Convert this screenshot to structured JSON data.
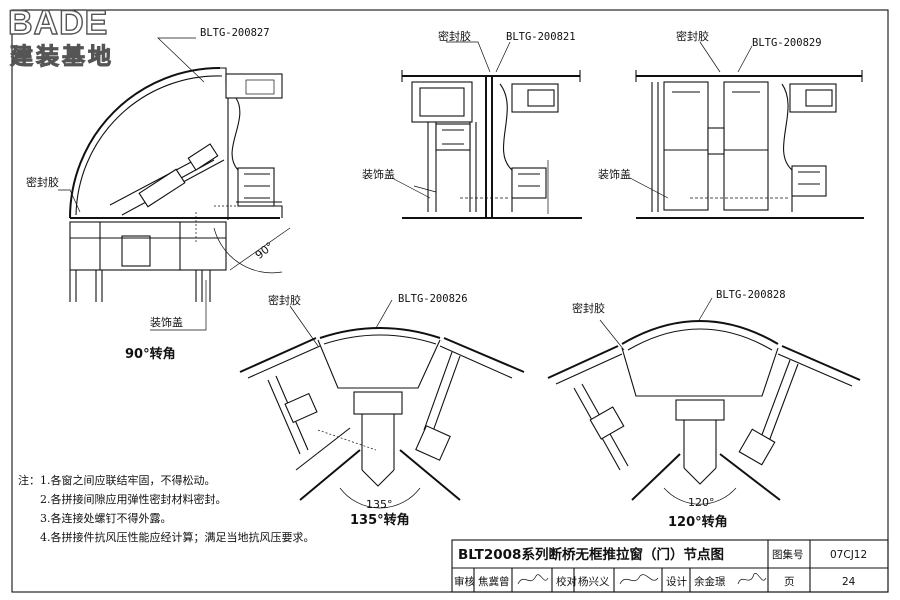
{
  "logo": {
    "brand": "BADE",
    "tagline": "建装基地"
  },
  "details": {
    "d90": {
      "profile_code": "BLTG-200827",
      "sealant_label": "密封胶",
      "cover_label": "装饰盖",
      "angle": "90°",
      "caption": "90°转角"
    },
    "d180a": {
      "sealant_label": "密封胶",
      "profile_code": "BLTG-200821",
      "cover_label": "装饰盖"
    },
    "d180b": {
      "sealant_label": "密封胶",
      "profile_code": "BLTG-200829",
      "cover_label": "装饰盖"
    },
    "d135": {
      "sealant_label": "密封胶",
      "profile_code": "BLTG-200826",
      "angle": "135°",
      "caption": "135°转角"
    },
    "d120": {
      "sealant_label": "密封胶",
      "profile_code": "BLTG-200828",
      "angle": "120°",
      "caption": "120°转角"
    }
  },
  "notes": [
    "注：1.各窗之间应联结牢固，不得松动。",
    "2.各拼接间隙应用弹性密封材料密封。",
    "3.各连接处螺钉不得外露。",
    "4.各拼接件抗风压性能应经计算；满足当地抗风压要求。"
  ],
  "title_block": {
    "title": "BLT2008系列断桥无框推拉窗（门）节点图",
    "atlas_label": "图集号",
    "atlas_no": "07CJ12",
    "review_label": "审核",
    "reviewer": "焦冀曾",
    "check_label": "校对",
    "checker": "杨兴义",
    "design_label": "设计",
    "designer": "余金璟",
    "page_label": "页",
    "page_no": "24"
  }
}
